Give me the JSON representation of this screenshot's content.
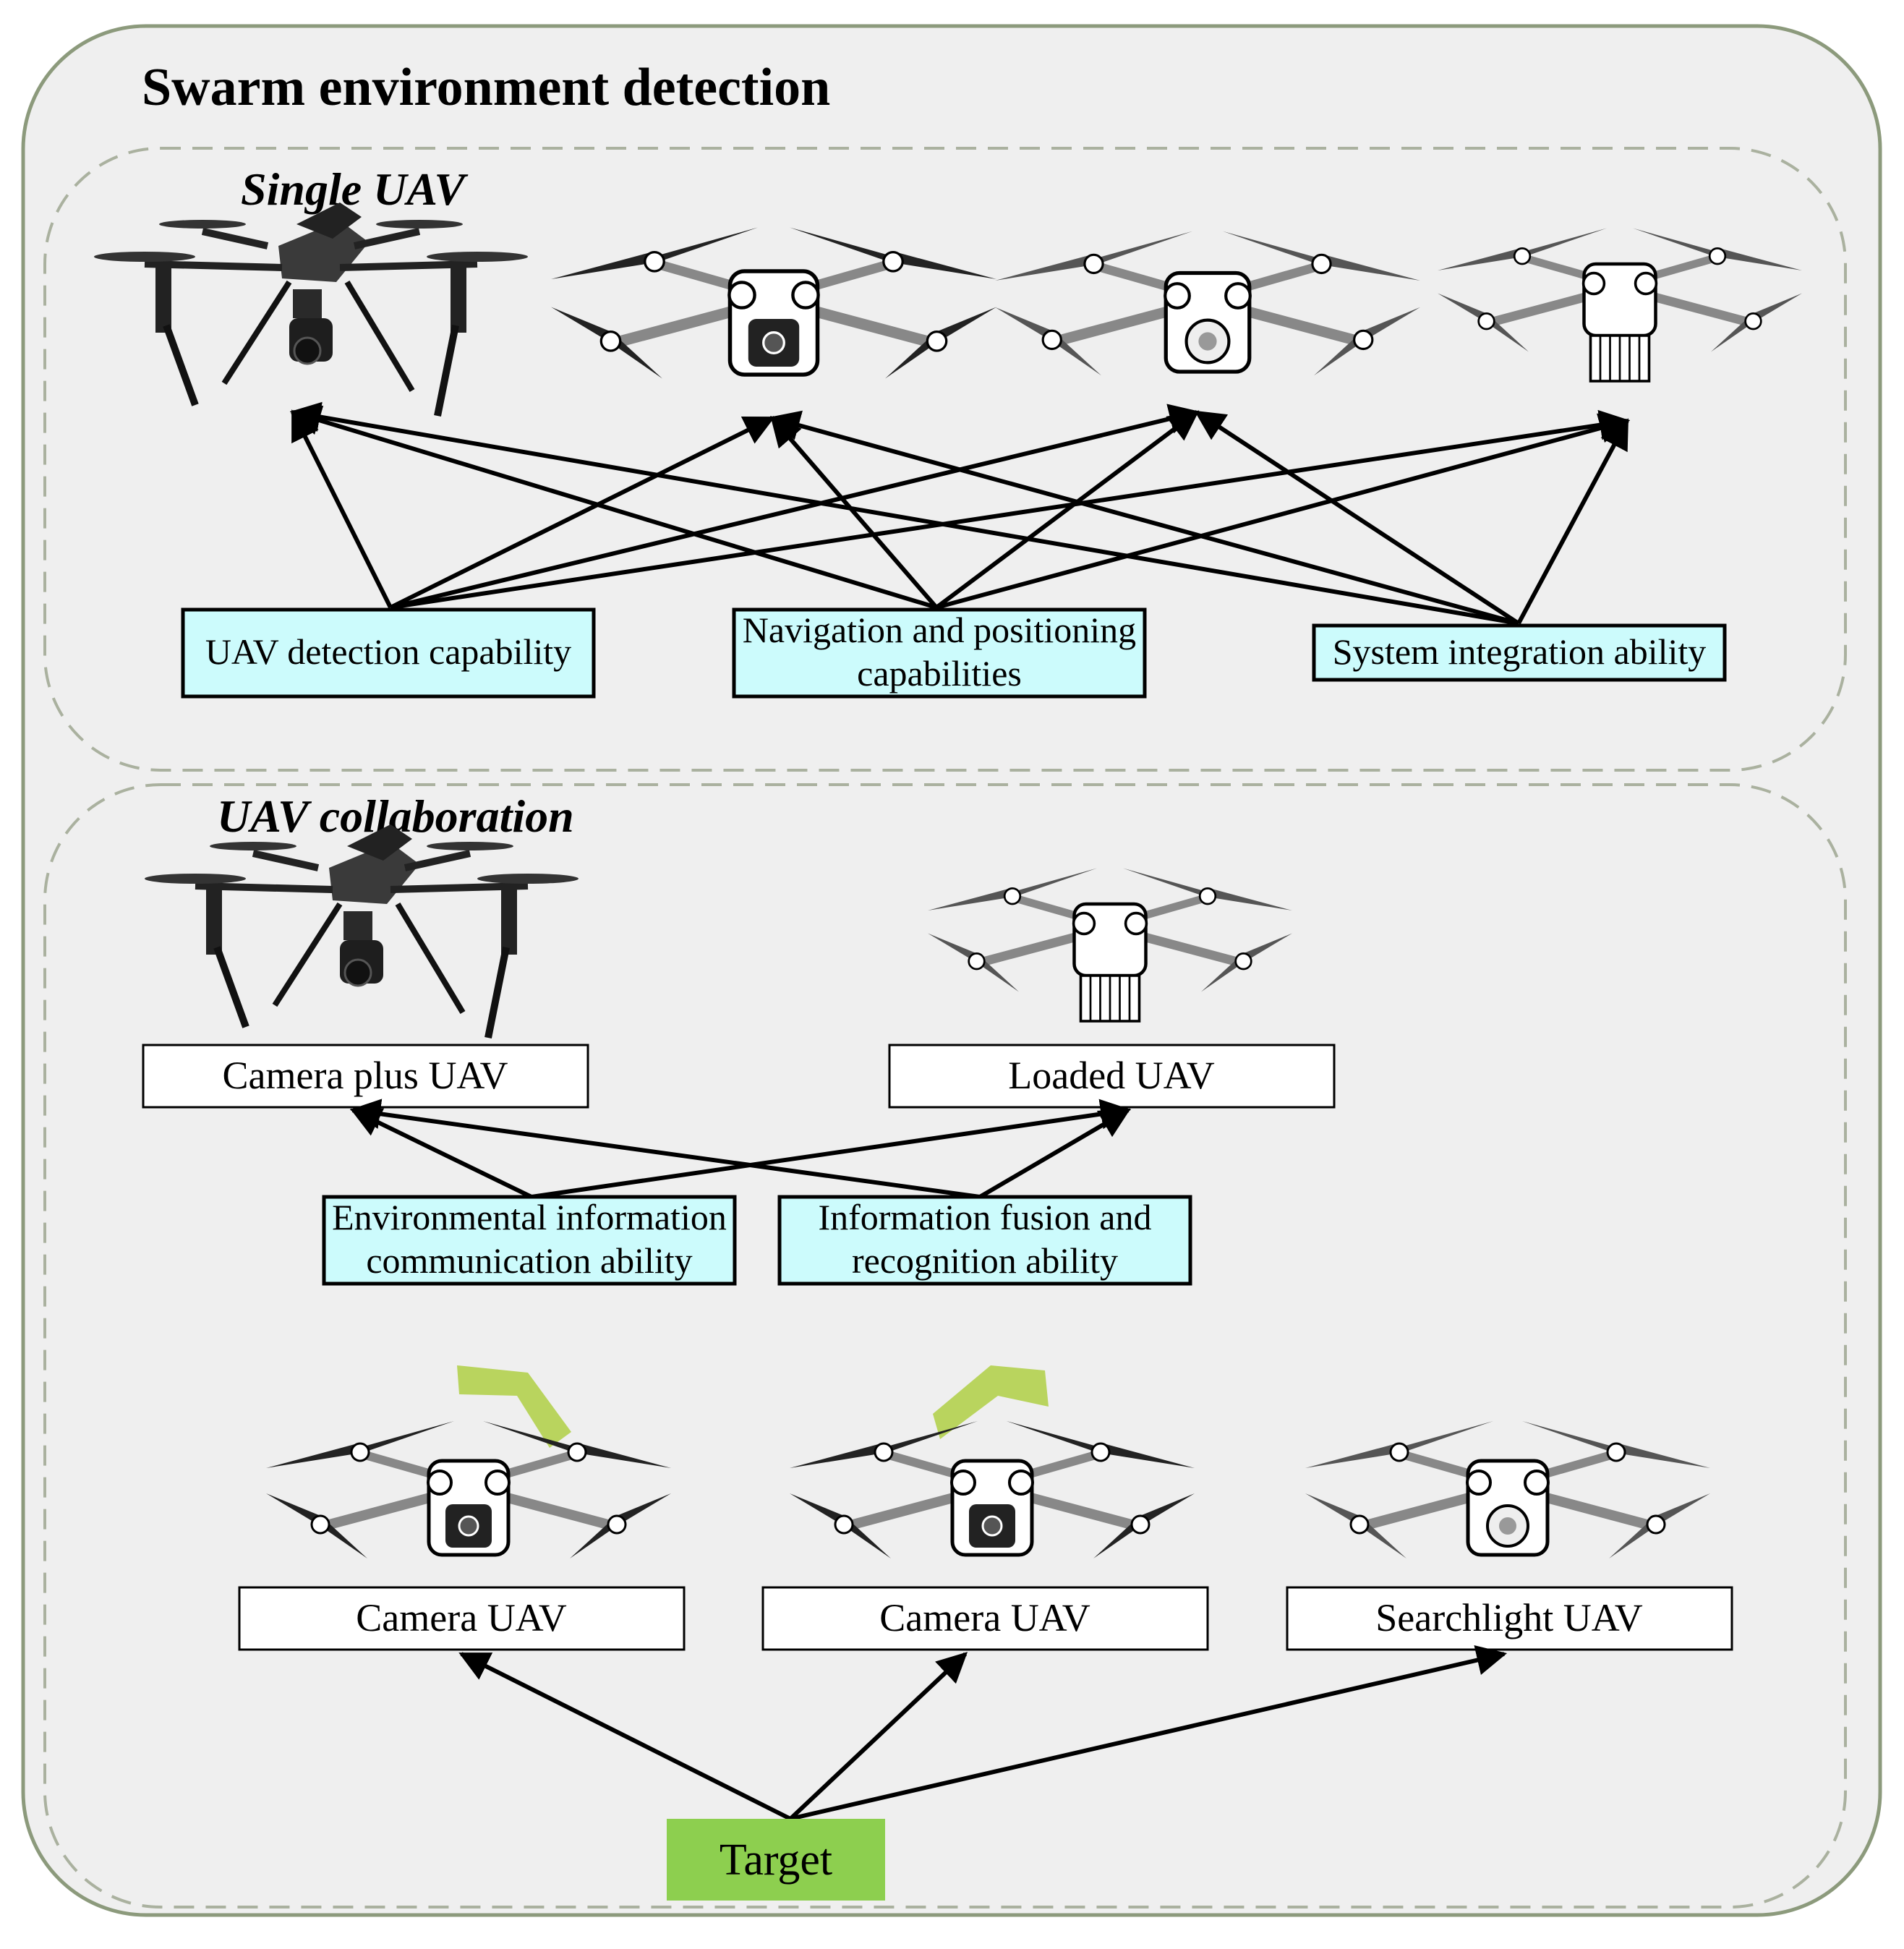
{
  "title": "Swarm environment detection",
  "single_uav": {
    "title": "Single UAV",
    "capabilities": [
      "UAV detection capability",
      "Navigation and positioning",
      "capabilities",
      "System integration ability"
    ]
  },
  "collaboration": {
    "title": "UAV collaboration",
    "uav_types": [
      "Camera plus UAV",
      "Loaded UAV"
    ],
    "abilities": [
      "Environmental information",
      "communication ability",
      "Information fusion and",
      "recognition ability"
    ],
    "role_uavs": [
      "Camera UAV",
      "Camera UAV",
      "Searchlight UAV"
    ],
    "target": "Target"
  },
  "colors": {
    "panel_fill": "#efefef",
    "panel_stroke": "#8c9a7c",
    "capability_fill": "#ccfbfc",
    "target_fill": "#8dcf4f",
    "signal_fill": "#b9d45e"
  }
}
